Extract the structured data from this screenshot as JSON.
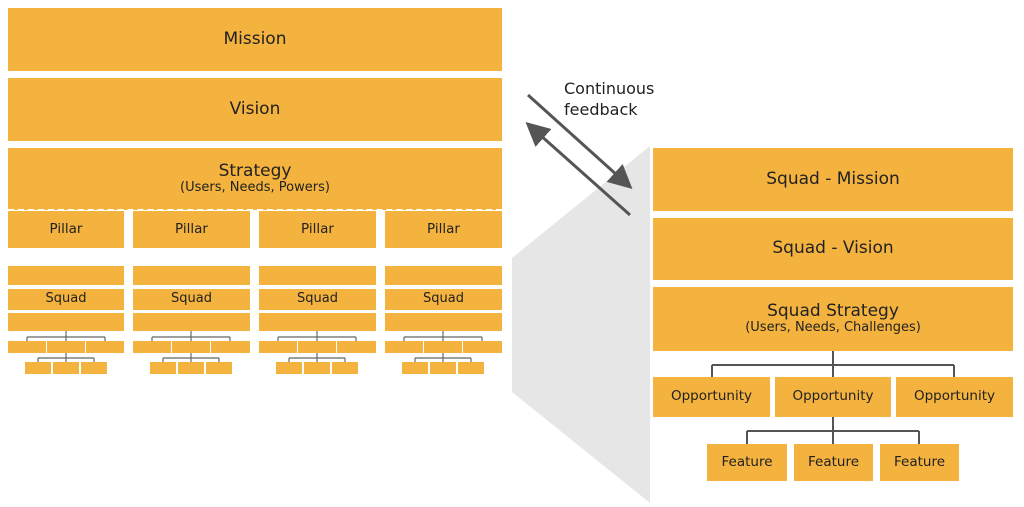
{
  "org": {
    "mission": "Mission",
    "vision": "Vision",
    "strategy": {
      "title": "Strategy",
      "detail": "(Users, Needs, Powers)"
    },
    "pillars": [
      "Pillar",
      "Pillar",
      "Pillar",
      "Pillar"
    ],
    "squads": [
      "Squad",
      "Squad",
      "Squad",
      "Squad"
    ]
  },
  "feedback": {
    "line1": "Continuous",
    "line2": "feedback"
  },
  "squad_detail": {
    "mission": "Squad - Mission",
    "vision": "Squad - Vision",
    "strategy": {
      "title": "Squad Strategy",
      "detail": "(Users, Needs, Challenges)"
    },
    "opportunities": [
      "Opportunity",
      "Opportunity",
      "Opportunity"
    ],
    "features": [
      "Feature",
      "Feature",
      "Feature"
    ]
  },
  "colors": {
    "box": "#F4B23E",
    "lines": "#555555",
    "arrows": "#555555",
    "zoom_shade": "#E6E6E6"
  }
}
